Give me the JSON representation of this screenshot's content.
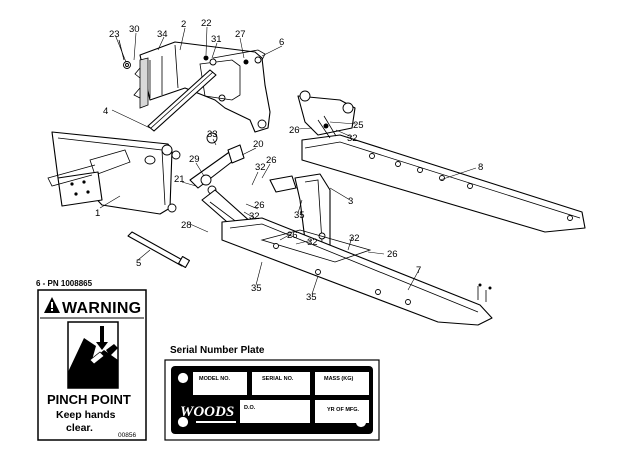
{
  "callouts": {
    "n23": "23",
    "n30": "30",
    "n34": "34",
    "n2": "2",
    "n22": "22",
    "n31": "31",
    "n27": "27",
    "n6": "6",
    "n4": "4",
    "n33": "33",
    "n20": "20",
    "n29": "29",
    "n21": "21",
    "n26a": "26",
    "n32a": "32",
    "n26b": "26",
    "n32b": "32",
    "n1": "1",
    "n28": "28",
    "n35a": "35",
    "n26c": "26",
    "n32c": "32",
    "n3": "3",
    "n25": "25",
    "n32d": "32",
    "n26d": "26",
    "n8": "8",
    "n32e": "32",
    "n26e": "26",
    "n35b": "35",
    "n35c": "35",
    "n7": "7",
    "n5": "5"
  },
  "decal": {
    "header": "6 - PN  1008865",
    "warning_word": "WARNING",
    "hazard": "PINCH POINT",
    "instruction_line1": "Keep hands",
    "instruction_line2": "clear.",
    "code": "00856"
  },
  "serial_plate": {
    "caption": "Serial Number Plate",
    "col_model": "MODEL NO.",
    "col_serial": "SERIAL NO.",
    "col_mass": "MASS (KG)",
    "brand": "WOODS",
    "date_label": "D.O.",
    "year_label": "YR OF MFG."
  },
  "icons": [
    "warning-triangle-icon",
    "pinch-point-pictogram-icon",
    "woods-logo-icon"
  ]
}
